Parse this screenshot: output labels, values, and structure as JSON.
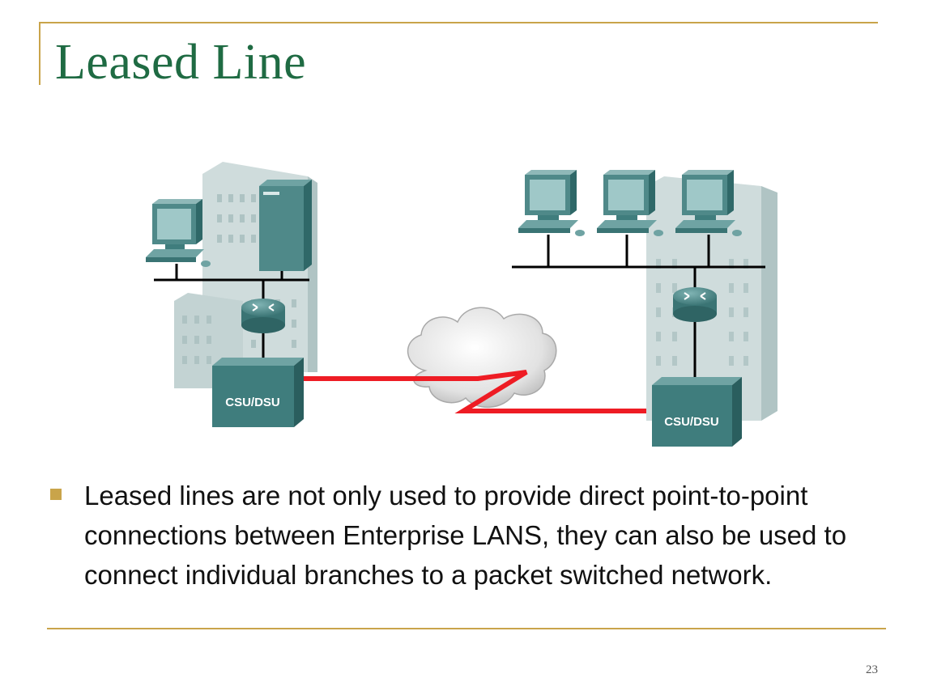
{
  "slide": {
    "title": "Leased Line",
    "bullets": [
      "Leased lines are not only used to provide direct point-to-point connections between Enterprise LANS, they can also be used to connect individual branches to a packet switched network."
    ],
    "page_number": "23"
  },
  "diagram": {
    "left_site": {
      "device_label": "CSU/DSU"
    },
    "right_site": {
      "device_label": "CSU/DSU"
    },
    "colors": {
      "link": "#ee1c24",
      "device": "#3f7d7d",
      "title": "#1f6b43",
      "accent": "#c9a44a"
    },
    "icons": [
      "building-icon",
      "computer-icon",
      "server-icon",
      "router-icon",
      "csu-dsu-icon",
      "cloud-icon"
    ]
  }
}
